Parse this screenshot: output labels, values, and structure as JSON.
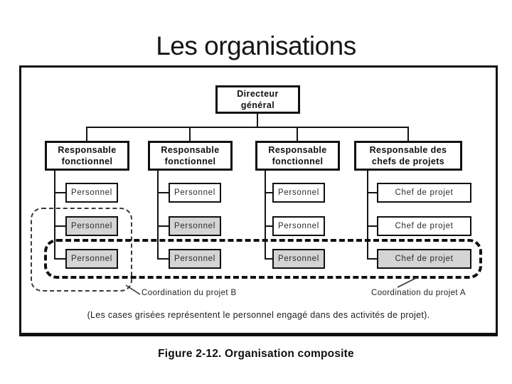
{
  "title": "Les organisations",
  "colors": {
    "line": "#141414",
    "grey_fill": "#d4d4d4"
  },
  "org_chart": {
    "root": "Directeur\ngénéral",
    "branches": [
      {
        "title": "Responsable\nfonctionnel",
        "children": [
          {
            "label": "Personnel",
            "grey": false
          },
          {
            "label": "Personnel",
            "grey": true
          },
          {
            "label": "Personnel",
            "grey": true
          }
        ]
      },
      {
        "title": "Responsable\nfonctionnel",
        "children": [
          {
            "label": "Personnel",
            "grey": false
          },
          {
            "label": "Personnel",
            "grey": true
          },
          {
            "label": "Personnel",
            "grey": true
          }
        ]
      },
      {
        "title": "Responsable\nfonctionnel",
        "children": [
          {
            "label": "Personnel",
            "grey": false
          },
          {
            "label": "Personnel",
            "grey": false
          },
          {
            "label": "Personnel",
            "grey": true
          }
        ]
      },
      {
        "title": "Responsable des\nchefs de projets",
        "children": [
          {
            "label": "Chef de projet",
            "grey": false
          },
          {
            "label": "Chef de projet",
            "grey": false
          },
          {
            "label": "Chef de projet",
            "grey": true
          }
        ]
      }
    ],
    "annotations": {
      "coordination_b": "Coordination du projet B",
      "coordination_a": "Coordination du projet A"
    },
    "note": "(Les cases grisées représentent le personnel engagé dans des activités de projet).",
    "caption": "Figure 2-12. Organisation composite"
  }
}
